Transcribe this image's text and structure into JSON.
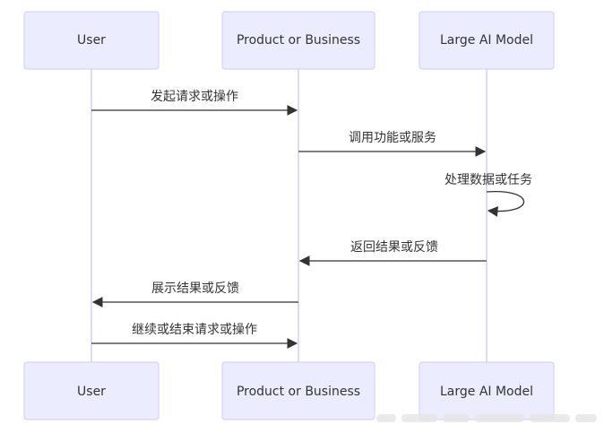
{
  "participants": [
    {
      "id": "user",
      "label": "User"
    },
    {
      "id": "product",
      "label": "Product or Business"
    },
    {
      "id": "ai",
      "label": "Large AI Model"
    }
  ],
  "messages": [
    {
      "from": "user",
      "to": "product",
      "label": "发起请求或操作"
    },
    {
      "from": "product",
      "to": "ai",
      "label": "调用功能或服务"
    },
    {
      "from": "ai",
      "to": "ai",
      "label": "处理数据或任务"
    },
    {
      "from": "ai",
      "to": "product",
      "label": "返回结果或反馈"
    },
    {
      "from": "product",
      "to": "user",
      "label": "展示结果或反馈"
    },
    {
      "from": "user",
      "to": "product",
      "label": "继续或结束请求或操作"
    }
  ],
  "colors": {
    "actor_fill": "#ececff",
    "actor_border": "#ccccff",
    "lifeline": "#b9b9e6",
    "arrow": "#333333",
    "text": "#333333"
  }
}
